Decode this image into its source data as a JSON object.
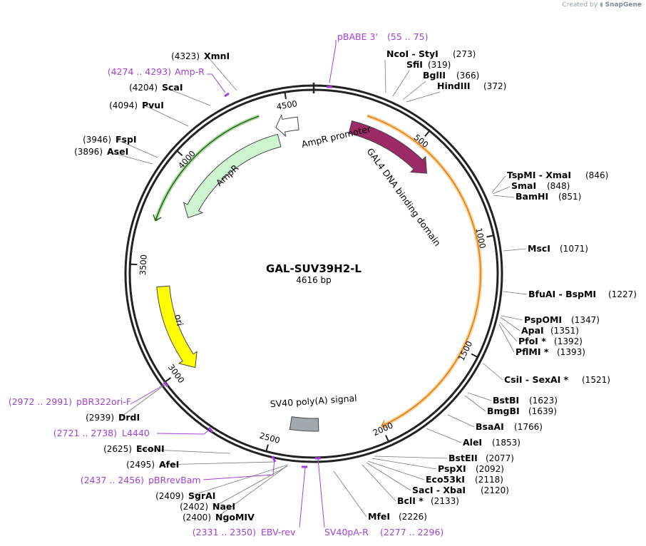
{
  "credit": {
    "prefix": "Created by",
    "brand": "SnapGene"
  },
  "plasmid": {
    "name": "GAL-SUV39H2-L",
    "length_label": "4616 bp",
    "length": 4616
  },
  "colors": {
    "primer": "#a340d8",
    "backbone": "#222222"
  },
  "ticks": [
    {
      "label": "500",
      "pos": 500
    },
    {
      "label": "1000",
      "pos": 1000
    },
    {
      "label": "1500",
      "pos": 1500
    },
    {
      "label": "2000",
      "pos": 2000
    },
    {
      "label": "2500",
      "pos": 2500
    },
    {
      "label": "3000",
      "pos": 3000
    },
    {
      "label": "3500",
      "pos": 3500
    },
    {
      "label": "4000",
      "pos": 4000
    },
    {
      "label": "4500",
      "pos": 4500
    }
  ],
  "features": [
    {
      "name": "GAL4 DNA binding domain",
      "color": "#9b2a66",
      "start": 180,
      "end": 620,
      "dir": "cw"
    },
    {
      "name": "AmpR promoter",
      "color": "#ffffff",
      "start": 4430,
      "end": 4540,
      "dir": "ccw"
    },
    {
      "name": "AmpR",
      "color": "#ccf5d0",
      "start": 3770,
      "end": 4430,
      "dir": "ccw"
    },
    {
      "name": "ori",
      "color": "#ffff00",
      "start": 2970,
      "end": 3400,
      "dir": "ccw"
    },
    {
      "name": "SV40 poly(A) signal",
      "color": "#a3a8ae",
      "start": 2285,
      "end": 2420,
      "dir": "none"
    }
  ],
  "highlight_arcs": [
    {
      "color": "#f2a23a",
      "start": 240,
      "end": 2000
    },
    {
      "color": "#5fb84a",
      "start": 3700,
      "end": 4370
    }
  ],
  "enzymes_right": [
    {
      "name": "NcoI  - StyI",
      "pos": "(273)"
    },
    {
      "name": "SfiI",
      "pos": "(319)"
    },
    {
      "name": "BglII",
      "pos": "(366)"
    },
    {
      "name": "HindIII",
      "pos": "(372)"
    },
    {
      "name": "TspMI  - XmaI",
      "pos": "(846)"
    },
    {
      "name": "SmaI",
      "pos": "(848)"
    },
    {
      "name": "BamHI",
      "pos": "(851)"
    },
    {
      "name": "MscI",
      "pos": "(1071)"
    },
    {
      "name": "BfuAI  - BspMI",
      "pos": "(1227)"
    },
    {
      "name": "PspOMI",
      "pos": "(1347)"
    },
    {
      "name": "ApaI",
      "pos": "(1351)"
    },
    {
      "name": "PfoI *",
      "pos": "(1392)"
    },
    {
      "name": "PflMI *",
      "pos": "(1393)"
    },
    {
      "name": "CsiI  - SexAI *",
      "pos": "(1521)"
    },
    {
      "name": "BstBI",
      "pos": "(1623)"
    },
    {
      "name": "BmgBI",
      "pos": "(1639)"
    },
    {
      "name": "BsaAI",
      "pos": "(1766)"
    },
    {
      "name": "AleI",
      "pos": "(1853)"
    },
    {
      "name": "BstEII",
      "pos": "(2077)"
    },
    {
      "name": "PspXI",
      "pos": "(2092)"
    },
    {
      "name": "Eco53kI",
      "pos": "(2118)"
    },
    {
      "name": "SacI  - XbaI",
      "pos": "(2120)"
    },
    {
      "name": "BclI *",
      "pos": "(2133)"
    },
    {
      "name": "MfeI",
      "pos": "(2226)"
    }
  ],
  "enzymes_left": [
    {
      "name": "XmnI",
      "pos": "(4323)"
    },
    {
      "name": "ScaI",
      "pos": "(4204)"
    },
    {
      "name": "PvuI",
      "pos": "(4094)"
    },
    {
      "name": "FspI",
      "pos": "(3946)"
    },
    {
      "name": "AseI",
      "pos": "(3896)"
    },
    {
      "name": "DrdI",
      "pos": "(2939)"
    },
    {
      "name": "EcoNI",
      "pos": "(2625)"
    },
    {
      "name": "AfeI",
      "pos": "(2495)"
    },
    {
      "name": "SgrAI",
      "pos": "(2409)"
    },
    {
      "name": "NaeI",
      "pos": "(2402)"
    },
    {
      "name": "NgoMIV",
      "pos": "(2400)"
    }
  ],
  "primers": [
    {
      "name": "pBABE 3'",
      "range": "(55 .. 75)"
    },
    {
      "name": "Amp-R",
      "range": "(4274 .. 4293)"
    },
    {
      "name": "pBR322ori-F",
      "range": "(2972 .. 2991)"
    },
    {
      "name": "L4440",
      "range": "(2721 .. 2738)"
    },
    {
      "name": "pBRrevBam",
      "range": "(2437 .. 2456)"
    },
    {
      "name": "EBV-rev",
      "range": "(2331 .. 2350)"
    },
    {
      "name": "SV40pA-R",
      "range": "(2277 .. 2296)"
    }
  ]
}
